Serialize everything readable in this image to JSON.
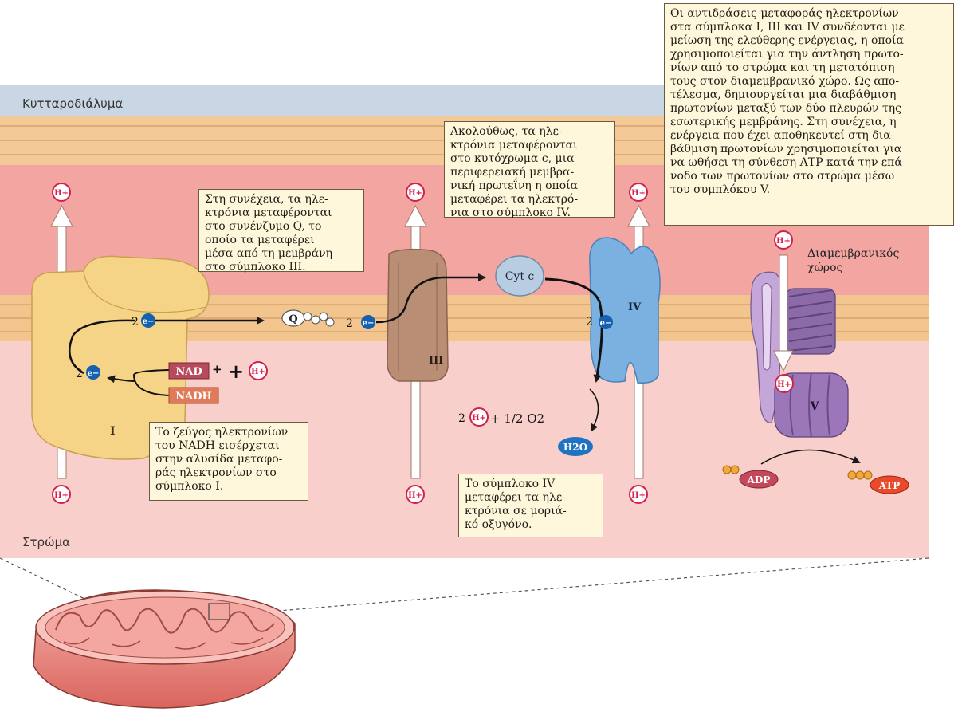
{
  "regions": {
    "intermembrane_space": "Κυτταροδιάλυμα",
    "matrix": "Στρώμα",
    "intermembrane_label": "Διαμεμβρανικός\nχώρος"
  },
  "complexes": {
    "complex_I": "I",
    "complex_III": "III",
    "complex_IV": "IV",
    "complex_V": "V",
    "cytochrome_c": "Cyt c",
    "coenzyme_Q": "Q"
  },
  "molecules": {
    "proton": "H+",
    "electron": "e−",
    "two": "2",
    "nad": "NAD",
    "nad_plus": "+",
    "plus": "+",
    "nadh": "NADH",
    "oxygen": "+ 1/2 O2",
    "water": "H2O",
    "adp": "ADP",
    "atp": "ATP"
  },
  "captions": {
    "nadh_entry": "Το ζεύγος ηλεκτρονίων\nτου NADH εισέρχεται\nστην αλυσίδα μεταφο-\nράς ηλεκτρονίων στο\nσύμπλοκο Ι.",
    "coenzyme_q": "Στη συνέχεια, τα ηλε-\nκτρόνια μεταφέρονται\nστο συνένζυμο Q, το\nοποίο τα μεταφέρει\nμέσα από τη μεμβράνη\nστο σύμπλοκο ΙΙΙ.",
    "cytochrome_c": "Ακολούθως, τα ηλε-\nκτρόνια μεταφέρονται\nστο κυτόχρωμα c, μια\nπεριφερειακή μεμβρα-\nνική πρωτεΐνη η οποία\nμεταφέρει τα ηλεκτρό-\nνια στο σύμπλοκο ΙV.",
    "complex_iv": "Το σύμπλοκο ΙV\nμεταφέρει τα ηλε-\nκτρόνια σε μοριά-\nκό οξυγόνο.",
    "summary": "Οι αντιδράσεις μεταφοράς ηλεκτρονίων\nστα σύμπλοκα Ι, ΙΙΙ και ΙV συνδέονται με\nμείωση της ελεύθερης ενέργειας, η οποία\nχρησιμοποιείται για την άντληση πρωτο-\nνίων από το στρώμα και τη μετατόπιση\nτους στον διαμεμβρανικό χώρο. Ως απο-\nτέλεσμα, δημιουργείται μια διαβάθμιση\nπρωτονίων μεταξύ των δύο πλευρών της\nεσωτερικής μεμβράνης. Στη συνέχεια, η\nενέργεια που έχει αποθηκευτεί στη δια-\nβάθμιση πρωτονίων χρησιμοποιείται για\nνα ωθήσει τη σύνθεση ΑΤΡ κατά την επά-\nνοδο των πρωτονίων στο στρώμα μέσω\nτου συμπλόκου V."
  },
  "colors": {
    "cytosol": "#c9d7e4",
    "outer_membrane": "#f3c998",
    "ims": "#f2a5a1",
    "inner_membrane": "#f2c58f",
    "matrix": "#f8cfcb",
    "complex_I": "#f5d387",
    "complex_III": "#b98e75",
    "complex_IV": "#7bb1e0",
    "complex_V": "#9b76b8",
    "proton_red": "#d3204a",
    "electron_blue": "#1560b0"
  }
}
